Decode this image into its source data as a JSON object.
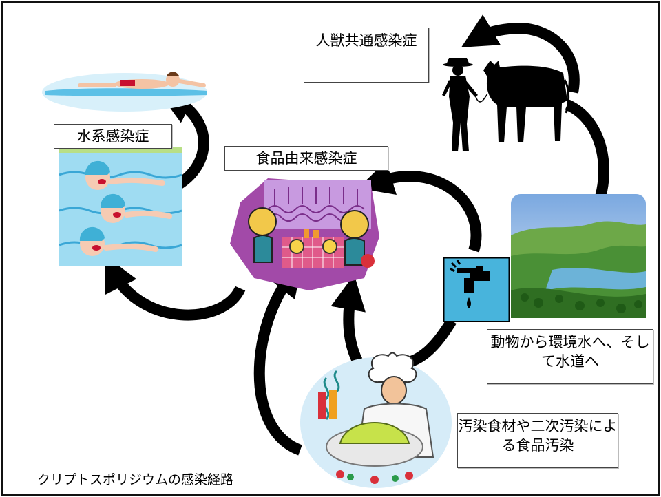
{
  "labels": {
    "zoonosis": "人獣共通感染症",
    "waterborne": "水系感染症",
    "foodborne": "食品由来感染症",
    "animal_to_tap": "動物から環境水へ、そして水道へ",
    "food_contamination": "汚染食材や二次汚染による食品汚染"
  },
  "caption": "クリプトスポリジウムの感染経路",
  "colors": {
    "arrow": "#000000",
    "water": "#6cc6e8",
    "restaurant": "#a24aa8",
    "tap_bg": "#48b4dc",
    "landscape_sky": "#8fb4e0",
    "landscape_green": "#3a8a32"
  }
}
